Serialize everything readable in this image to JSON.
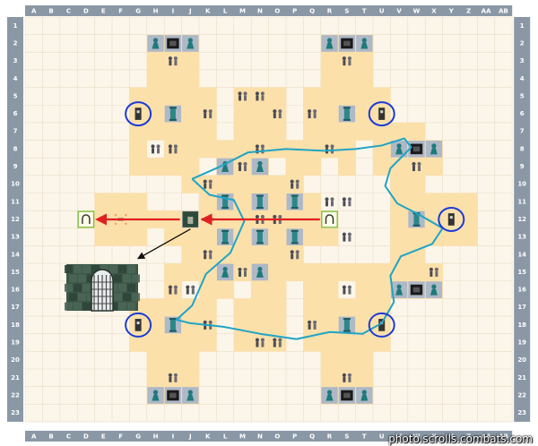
{
  "map": {
    "columns": [
      "A",
      "B",
      "C",
      "D",
      "E",
      "F",
      "G",
      "H",
      "I",
      "J",
      "K",
      "L",
      "M",
      "N",
      "O",
      "P",
      "Q",
      "R",
      "S",
      "T",
      "U",
      "V",
      "W",
      "X",
      "Y",
      "Z",
      "AA",
      "AB"
    ],
    "rows": [
      "1",
      "2",
      "3",
      "4",
      "5",
      "6",
      "7",
      "8",
      "9",
      "10",
      "11",
      "12",
      "13",
      "14",
      "15",
      "16",
      "17",
      "18",
      "19",
      "20",
      "21",
      "22",
      "23"
    ],
    "colors": {
      "background": "#fcf6ea",
      "border": "#8a98a6",
      "floor": "#fce0aa",
      "marked_tile": "#aeb8c6",
      "route_arrow": "#e02020",
      "boundary_line": "#1fa4c6",
      "highlight_circle": "#1a3ad8",
      "pointer_arrow": "#111111",
      "stone_wall": "#3c5646"
    },
    "room_blocks": [
      {
        "c0": "H",
        "c1": "J",
        "r0": 2,
        "r1": 4
      },
      {
        "c0": "G",
        "c1": "K",
        "r0": 5,
        "r1": 7
      },
      {
        "c0": "R",
        "c1": "T",
        "r0": 2,
        "r1": 4
      },
      {
        "c0": "Q",
        "c1": "U",
        "r0": 5,
        "r1": 7
      },
      {
        "c0": "M",
        "c1": "O",
        "r0": 5,
        "r1": 6
      },
      {
        "c0": "J",
        "c1": "R",
        "r0": 7,
        "r1": 7
      },
      {
        "c0": "G",
        "c1": "S",
        "r0": 8,
        "r1": 9
      },
      {
        "c0": "J",
        "c1": "P",
        "r0": 10,
        "r1": 10
      },
      {
        "c0": "K",
        "c1": "Q",
        "r0": 11,
        "r1": 11
      },
      {
        "c0": "E",
        "c1": "G",
        "r0": 11,
        "r1": 13
      },
      {
        "c0": "D",
        "c1": "R",
        "r0": 12,
        "r1": 12
      },
      {
        "c0": "I",
        "c1": "R",
        "r0": 13,
        "r1": 13
      },
      {
        "c0": "J",
        "c1": "P",
        "r0": 14,
        "r1": 14
      },
      {
        "c0": "I",
        "c1": "T",
        "r0": 15,
        "r1": 16
      },
      {
        "c0": "J",
        "c1": "R",
        "r0": 17,
        "r1": 17
      },
      {
        "c0": "G",
        "c1": "K",
        "r0": 17,
        "r1": 19
      },
      {
        "c0": "Q",
        "c1": "U",
        "r0": 17,
        "r1": 19
      },
      {
        "c0": "M",
        "c1": "O",
        "r0": 18,
        "r1": 19
      },
      {
        "c0": "H",
        "c1": "J",
        "r0": 20,
        "r1": 22
      },
      {
        "c0": "R",
        "c1": "T",
        "r0": 20,
        "r1": 22
      },
      {
        "c0": "U",
        "c1": "W",
        "r0": 7,
        "r1": 10
      },
      {
        "c0": "V",
        "c1": "Z",
        "r0": 11,
        "r1": 13
      },
      {
        "c0": "U",
        "c1": "W",
        "r0": 14,
        "r1": 16
      },
      {
        "c0": "V",
        "c1": "X",
        "r0": 8,
        "r1": 9
      },
      {
        "c0": "V",
        "c1": "X",
        "r0": 15,
        "r1": 16
      }
    ],
    "gaps": [
      {
        "c": "H",
        "r": 8
      },
      {
        "c": "K",
        "r": 9
      },
      {
        "c": "O",
        "r": 9
      },
      {
        "c": "R",
        "r": 9
      },
      {
        "c": "J",
        "r": 16
      },
      {
        "c": "M",
        "r": 16
      },
      {
        "c": "P",
        "r": 16
      },
      {
        "c": "S",
        "r": 16
      },
      {
        "c": "L",
        "r": 7
      },
      {
        "c": "P",
        "r": 7
      },
      {
        "c": "L",
        "r": 17
      },
      {
        "c": "P",
        "r": 17
      },
      {
        "c": "U",
        "r": 10
      },
      {
        "c": "U",
        "r": 14
      }
    ],
    "markers": [
      {
        "type": "guard",
        "c": "H",
        "r": 2
      },
      {
        "type": "chest",
        "c": "I",
        "r": 2
      },
      {
        "type": "guard",
        "c": "J",
        "r": 2
      },
      {
        "type": "monster",
        "c": "I",
        "r": 3
      },
      {
        "type": "guard",
        "c": "R",
        "r": 2
      },
      {
        "type": "chest",
        "c": "S",
        "r": 2
      },
      {
        "type": "guard",
        "c": "T",
        "r": 2
      },
      {
        "type": "monster",
        "c": "S",
        "r": 3
      },
      {
        "type": "monster",
        "c": "M",
        "r": 5
      },
      {
        "type": "monster",
        "c": "N",
        "r": 5
      },
      {
        "type": "lever",
        "c": "G",
        "r": 6
      },
      {
        "type": "pillar",
        "c": "I",
        "r": 6
      },
      {
        "type": "monster",
        "c": "K",
        "r": 6
      },
      {
        "type": "monster",
        "c": "O",
        "r": 6
      },
      {
        "type": "monster",
        "c": "Q",
        "r": 6
      },
      {
        "type": "pillar",
        "c": "S",
        "r": 6
      },
      {
        "type": "lever",
        "c": "U",
        "r": 6
      },
      {
        "type": "monster",
        "c": "H",
        "r": 8
      },
      {
        "type": "monster",
        "c": "I",
        "r": 8
      },
      {
        "type": "monster",
        "c": "N",
        "r": 8
      },
      {
        "type": "monster",
        "c": "R",
        "r": 8
      },
      {
        "type": "guard",
        "c": "V",
        "r": 8
      },
      {
        "type": "chest",
        "c": "W",
        "r": 8
      },
      {
        "type": "guard",
        "c": "X",
        "r": 8
      },
      {
        "type": "monster",
        "c": "W",
        "r": 9
      },
      {
        "type": "guard",
        "c": "L",
        "r": 9
      },
      {
        "type": "monster",
        "c": "M",
        "r": 9
      },
      {
        "type": "guard",
        "c": "N",
        "r": 9
      },
      {
        "type": "monster",
        "c": "K",
        "r": 10
      },
      {
        "type": "monster",
        "c": "P",
        "r": 10
      },
      {
        "type": "pillar",
        "c": "L",
        "r": 11
      },
      {
        "type": "pillar",
        "c": "N",
        "r": 11
      },
      {
        "type": "pillar",
        "c": "P",
        "r": 11
      },
      {
        "type": "monster",
        "c": "R",
        "r": 11
      },
      {
        "type": "monster",
        "c": "S",
        "r": 11
      },
      {
        "type": "exit",
        "c": "D",
        "r": 12
      },
      {
        "type": "glyph",
        "c": "F",
        "r": 12
      },
      {
        "type": "gate",
        "c": "J",
        "r": 12
      },
      {
        "type": "door",
        "c": "K",
        "r": 12
      },
      {
        "type": "monster",
        "c": "N",
        "r": 12
      },
      {
        "type": "monster",
        "c": "O",
        "r": 12
      },
      {
        "type": "exit",
        "c": "R",
        "r": 12
      },
      {
        "type": "pillar",
        "c": "W",
        "r": 12
      },
      {
        "type": "lever",
        "c": "Y",
        "r": 12
      },
      {
        "type": "pillar",
        "c": "L",
        "r": 13
      },
      {
        "type": "pillar",
        "c": "N",
        "r": 13
      },
      {
        "type": "pillar",
        "c": "P",
        "r": 13
      },
      {
        "type": "monster",
        "c": "S",
        "r": 13
      },
      {
        "type": "monster",
        "c": "K",
        "r": 14
      },
      {
        "type": "monster",
        "c": "P",
        "r": 14
      },
      {
        "type": "guard",
        "c": "L",
        "r": 15
      },
      {
        "type": "monster",
        "c": "M",
        "r": 15
      },
      {
        "type": "guard",
        "c": "N",
        "r": 15
      },
      {
        "type": "monster",
        "c": "X",
        "r": 15
      },
      {
        "type": "monster",
        "c": "I",
        "r": 16
      },
      {
        "type": "monster",
        "c": "J",
        "r": 16
      },
      {
        "type": "monster",
        "c": "S",
        "r": 16
      },
      {
        "type": "guard",
        "c": "V",
        "r": 16
      },
      {
        "type": "chest",
        "c": "W",
        "r": 16
      },
      {
        "type": "guard",
        "c": "X",
        "r": 16
      },
      {
        "type": "lever",
        "c": "G",
        "r": 18
      },
      {
        "type": "pillar",
        "c": "I",
        "r": 18
      },
      {
        "type": "monster",
        "c": "K",
        "r": 18
      },
      {
        "type": "monster",
        "c": "Q",
        "r": 18
      },
      {
        "type": "pillar",
        "c": "S",
        "r": 18
      },
      {
        "type": "lever",
        "c": "U",
        "r": 18
      },
      {
        "type": "monster",
        "c": "N",
        "r": 19
      },
      {
        "type": "monster",
        "c": "O",
        "r": 19
      },
      {
        "type": "monster",
        "c": "I",
        "r": 21
      },
      {
        "type": "monster",
        "c": "S",
        "r": 21
      },
      {
        "type": "guard",
        "c": "H",
        "r": 22
      },
      {
        "type": "chest",
        "c": "I",
        "r": 22
      },
      {
        "type": "guard",
        "c": "J",
        "r": 22
      },
      {
        "type": "guard",
        "c": "R",
        "r": 22
      },
      {
        "type": "chest",
        "c": "S",
        "r": 22
      },
      {
        "type": "guard",
        "c": "T",
        "r": 22
      }
    ],
    "circled": [
      {
        "c": "G",
        "r": 6
      },
      {
        "c": "U",
        "r": 6
      },
      {
        "c": "Y",
        "r": 12
      },
      {
        "c": "G",
        "r": 18
      },
      {
        "c": "U",
        "r": 18
      }
    ],
    "route": {
      "from": {
        "c": "R",
        "r": 12
      },
      "via": {
        "c": "K",
        "r": 12
      },
      "to": {
        "c": "D",
        "r": 12
      }
    },
    "boundary": [
      [
        9.6,
        9.2
      ],
      [
        11.2,
        8.5
      ],
      [
        12.8,
        7.7
      ],
      [
        15.0,
        7.5
      ],
      [
        17.2,
        7.6
      ],
      [
        19.0,
        7.5
      ],
      [
        20.5,
        7.3
      ],
      [
        21.8,
        6.9
      ],
      [
        22.2,
        7.4
      ],
      [
        21.0,
        8.6
      ],
      [
        20.7,
        9.6
      ],
      [
        21.4,
        10.6
      ],
      [
        22.6,
        11.2
      ],
      [
        24.0,
        12.0
      ],
      [
        23.4,
        12.9
      ],
      [
        21.6,
        13.6
      ],
      [
        21.0,
        14.7
      ],
      [
        21.2,
        16.2
      ],
      [
        20.5,
        17.4
      ],
      [
        19.4,
        18.0
      ],
      [
        17.5,
        17.9
      ],
      [
        15.6,
        18.3
      ],
      [
        13.5,
        18.0
      ],
      [
        11.4,
        17.6
      ],
      [
        9.5,
        17.4
      ],
      [
        8.7,
        17.2
      ],
      [
        9.6,
        16.4
      ],
      [
        10.4,
        14.6
      ],
      [
        11.8,
        13.4
      ],
      [
        12.6,
        11.6
      ],
      [
        12.0,
        10.4
      ],
      [
        10.6,
        10.1
      ],
      [
        9.6,
        9.2
      ]
    ],
    "watermark": "photo.scrolls.combats.com"
  }
}
